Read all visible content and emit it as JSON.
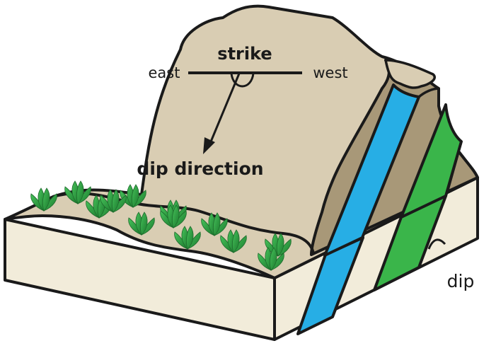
{
  "diagram": {
    "title": "Strike and dip block diagram",
    "labels": {
      "strike": "strike",
      "east": "east",
      "west": "west",
      "dip_direction": "dip direction",
      "dip": "dip"
    },
    "colors": {
      "hill_top": "#d9cdb3",
      "hill_shadow": "#a89878",
      "block_face": "#f2ecda",
      "layer_blue": "#27aee5",
      "layer_green": "#3ab54a",
      "plant_green": "#2e9a3e",
      "outline": "#1a1a1a"
    },
    "plant_count": 13
  }
}
